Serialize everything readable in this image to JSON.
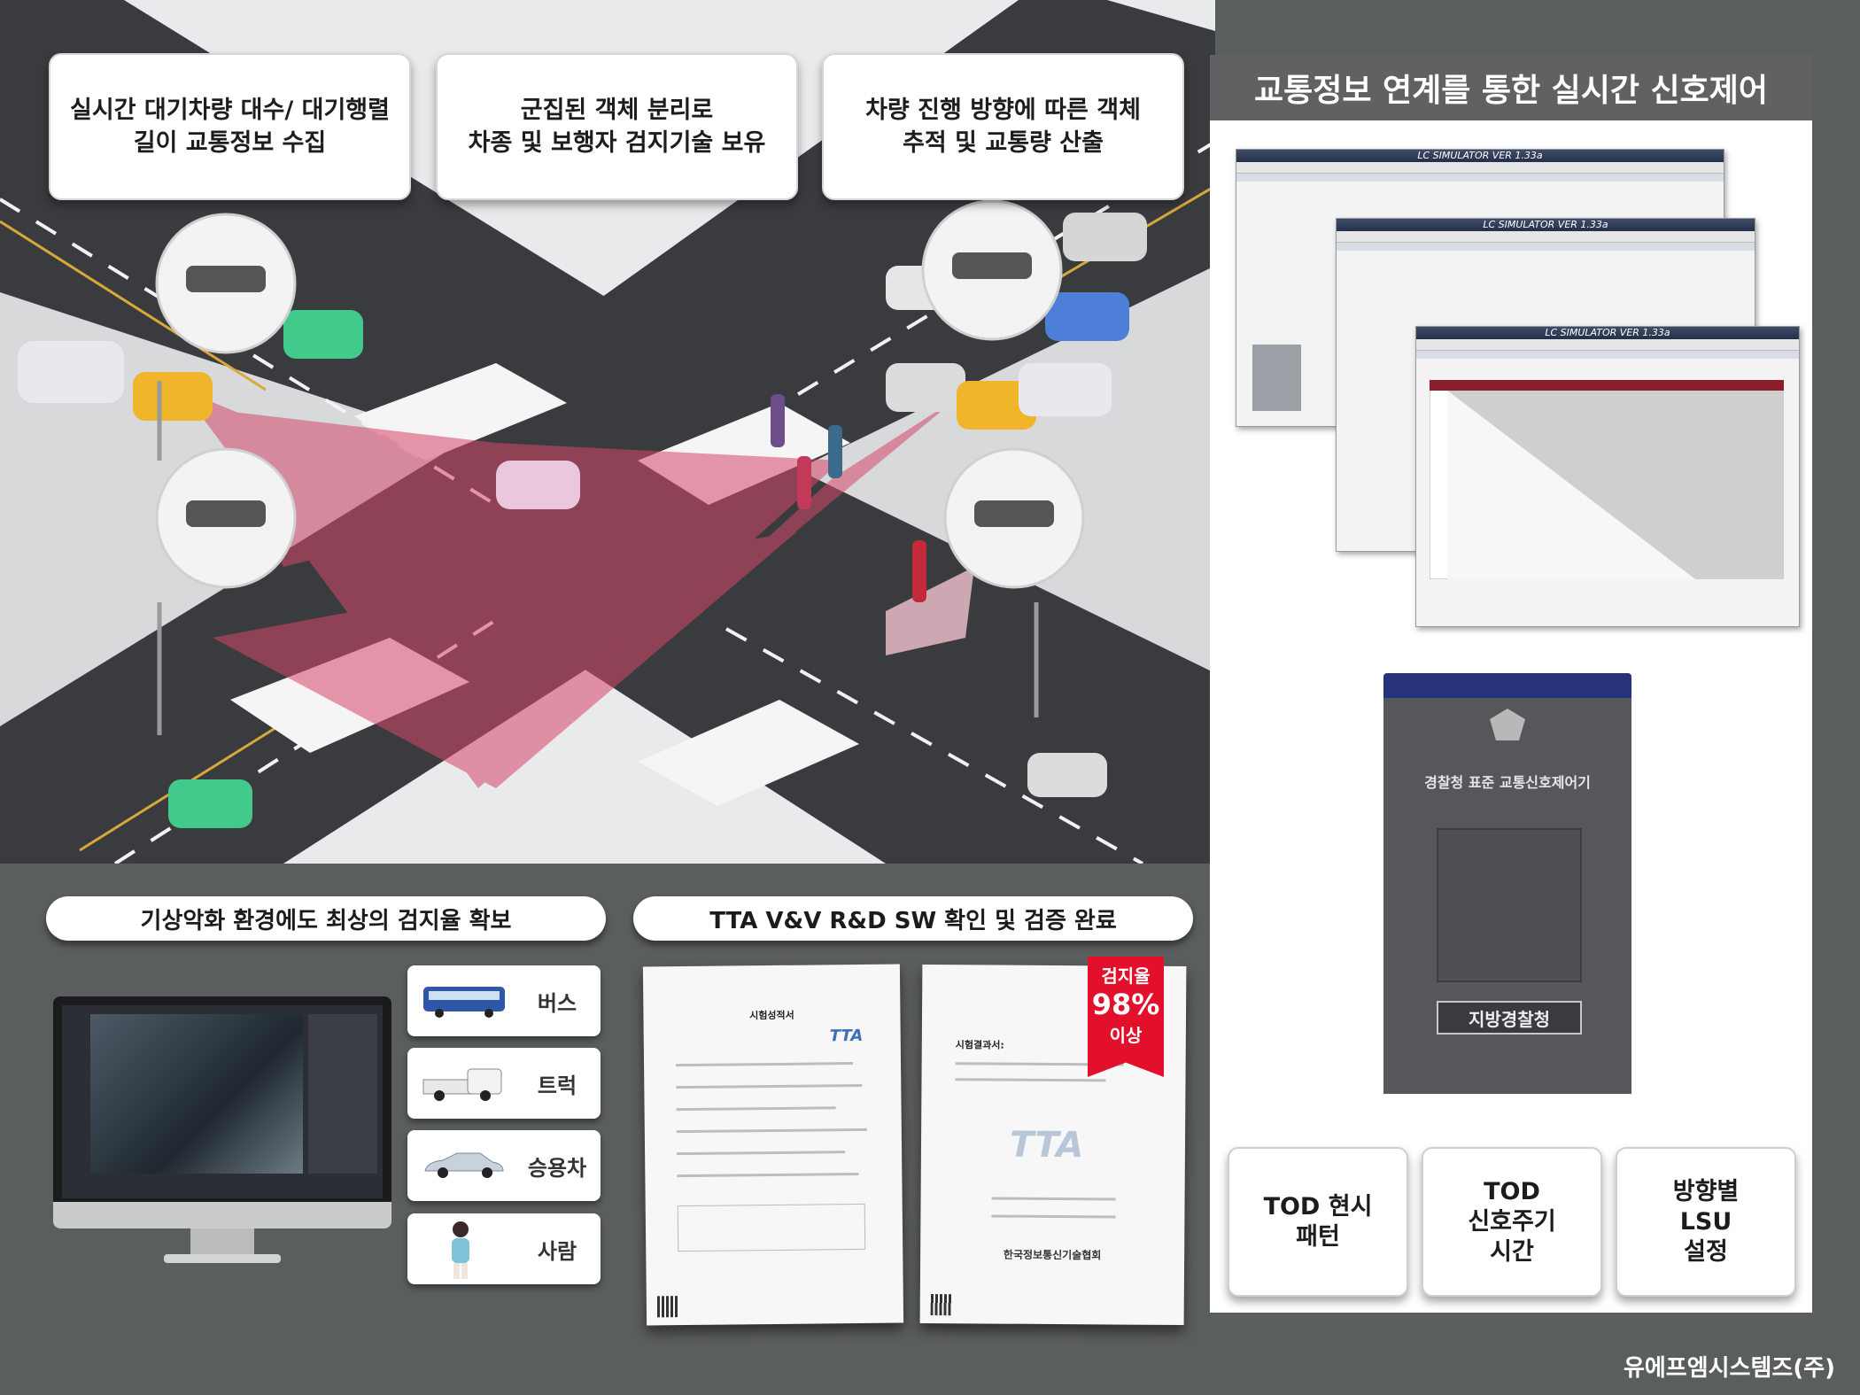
{
  "callouts": {
    "queue": "실시간 대기차량 대수/ 대기행렬\n길이 교통정보 수집",
    "separation": "군집된 객체 분리로\n차종 및 보행자 검지기술 보유",
    "tracking": "차량 진행 방향에 따른 객체\n추적 및 교통량 산출"
  },
  "right_panel": {
    "title": "교통정보 연계를 통한 실시간 신호제어",
    "simulator_title": "LC SIMULATOR VER  1.33a",
    "controller_plate": "지방경찰청",
    "controller_label": "경찰청 표준 교통신호제어기",
    "features": [
      "TOD 현시\n패턴",
      "TOD\n신호주기\n시간",
      "방향별\nLSU\n설정"
    ]
  },
  "bottom": {
    "weather_title": "기상악화 환경에도 최상의 검지율 확보",
    "tta_title": "TTA  V&V R&D SW 확인 및 검증 완료",
    "vehicles": [
      {
        "icon": "bus-icon",
        "label": "버스"
      },
      {
        "icon": "truck-icon",
        "label": "트럭"
      },
      {
        "icon": "car-icon",
        "label": "승용차"
      },
      {
        "icon": "person-icon",
        "label": "사람"
      }
    ],
    "doc1_heading": "시험성적서",
    "doc1_logo": "TTA",
    "doc2_heading": "시험결과서:",
    "doc2_logo": "TTA",
    "doc2_org": "한국정보통신기술협회",
    "badge_line1": "검지율",
    "badge_line2": "98%",
    "badge_line3": "이상"
  },
  "brand": "유에프엠시스템즈(주)",
  "colors": {
    "accent_red": "#e3102c",
    "panel_dark": "#5b5e5e",
    "road": "#3a3b3e",
    "detection": "#d6466a"
  }
}
